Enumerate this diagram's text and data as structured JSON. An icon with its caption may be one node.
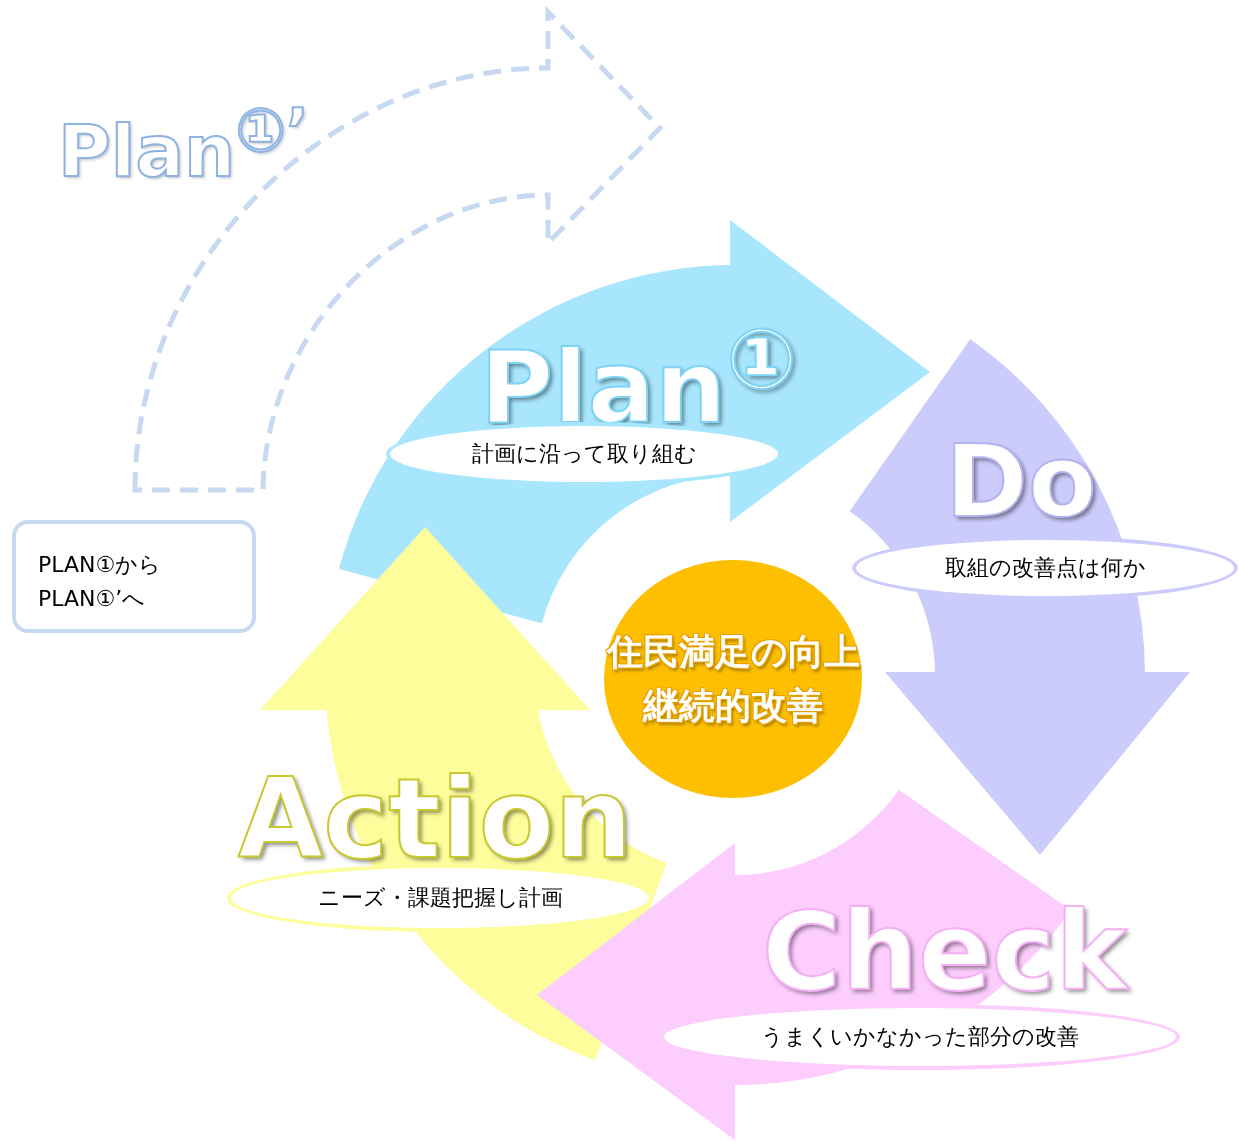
{
  "diagram": {
    "nodes": [
      {
        "text": [
          "Plan$^{①}$",
          "計画に沿って取り組む"
        ]
      },
      {
        "text": [
          "Do",
          "取組の改善点は何か"
        ]
      },
      {
        "text": [
          "Check",
          "うまくいかなかった部分の改善"
        ]
      },
      {
        "text": [
          "Action",
          "ニーズ・課題把握し計画"
        ]
      },
      {
        "text": [
          "住民満足の向上継続的改善"
        ]
      },
      {
        "text": [
          "PLAN①から PLAN①’へ"
        ]
      }
    ],
    "labels": [
      "Plan$^{①’}$"
    ]
  }
}
